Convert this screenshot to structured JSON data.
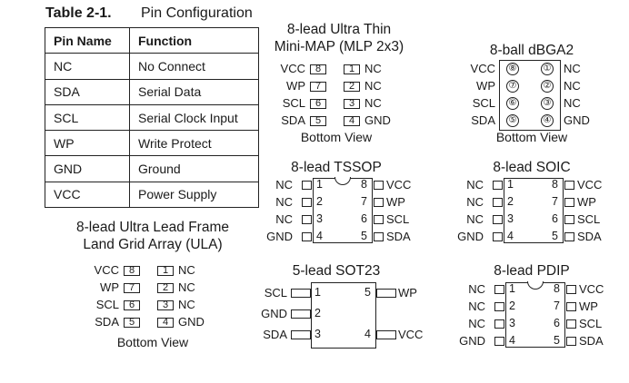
{
  "table": {
    "number": "Table 2-1.",
    "title": "Pin Configuration",
    "headers": [
      "Pin Name",
      "Function"
    ],
    "rows": [
      [
        "NC",
        "No Connect"
      ],
      [
        "SDA",
        "Serial Data"
      ],
      [
        "SCL",
        "Serial Clock Input"
      ],
      [
        "WP",
        "Write Protect"
      ],
      [
        "GND",
        "Ground"
      ],
      [
        "VCC",
        "Power Supply"
      ]
    ]
  },
  "mlp": {
    "title_line1": "8-lead Ultra Thin",
    "title_line2": "Mini-MAP (MLP 2x3)",
    "left": [
      [
        "VCC",
        "8"
      ],
      [
        "WP",
        "7"
      ],
      [
        "SCL",
        "6"
      ],
      [
        "SDA",
        "5"
      ]
    ],
    "right": [
      [
        "1",
        "NC"
      ],
      [
        "2",
        "NC"
      ],
      [
        "3",
        "NC"
      ],
      [
        "4",
        "GND"
      ]
    ],
    "caption": "Bottom View"
  },
  "dbga": {
    "title": "8-ball dBGA2",
    "left": [
      [
        "VCC",
        "⑧"
      ],
      [
        "WP",
        "⑦"
      ],
      [
        "SCL",
        "⑥"
      ],
      [
        "SDA",
        "⑤"
      ]
    ],
    "right": [
      [
        "①",
        "NC"
      ],
      [
        "②",
        "NC"
      ],
      [
        "③",
        "NC"
      ],
      [
        "④",
        "GND"
      ]
    ],
    "caption": "Bottom View"
  },
  "ula": {
    "title_line1": "8-lead Ultra Lead Frame",
    "title_line2": "Land Grid Array (ULA)",
    "left": [
      [
        "VCC",
        "8"
      ],
      [
        "WP",
        "7"
      ],
      [
        "SCL",
        "6"
      ],
      [
        "SDA",
        "5"
      ]
    ],
    "right": [
      [
        "1",
        "NC"
      ],
      [
        "2",
        "NC"
      ],
      [
        "3",
        "NC"
      ],
      [
        "4",
        "GND"
      ]
    ],
    "caption": "Bottom View"
  },
  "tssop": {
    "title": "8-lead TSSOP",
    "left": [
      [
        "NC",
        "1"
      ],
      [
        "NC",
        "2"
      ],
      [
        "NC",
        "3"
      ],
      [
        "GND",
        "4"
      ]
    ],
    "right": [
      [
        "8",
        "VCC"
      ],
      [
        "7",
        "WP"
      ],
      [
        "6",
        "SCL"
      ],
      [
        "5",
        "SDA"
      ]
    ]
  },
  "soic": {
    "title": "8-lead SOIC",
    "left": [
      [
        "NC",
        "1"
      ],
      [
        "NC",
        "2"
      ],
      [
        "NC",
        "3"
      ],
      [
        "GND",
        "4"
      ]
    ],
    "right": [
      [
        "8",
        "VCC"
      ],
      [
        "7",
        "WP"
      ],
      [
        "6",
        "SCL"
      ],
      [
        "5",
        "SDA"
      ]
    ]
  },
  "sot23": {
    "title": "5-lead SOT23",
    "left": [
      [
        "SCL",
        "1"
      ],
      [
        "GND",
        "2"
      ],
      [
        "SDA",
        "3"
      ]
    ],
    "right": [
      [
        "5",
        "WP"
      ],
      [
        "4",
        "VCC"
      ]
    ]
  },
  "pdip": {
    "title": "8-lead PDIP",
    "left": [
      [
        "NC",
        "1"
      ],
      [
        "NC",
        "2"
      ],
      [
        "NC",
        "3"
      ],
      [
        "GND",
        "4"
      ]
    ],
    "right": [
      [
        "8",
        "VCC"
      ],
      [
        "7",
        "WP"
      ],
      [
        "6",
        "SCL"
      ],
      [
        "5",
        "SDA"
      ]
    ]
  }
}
